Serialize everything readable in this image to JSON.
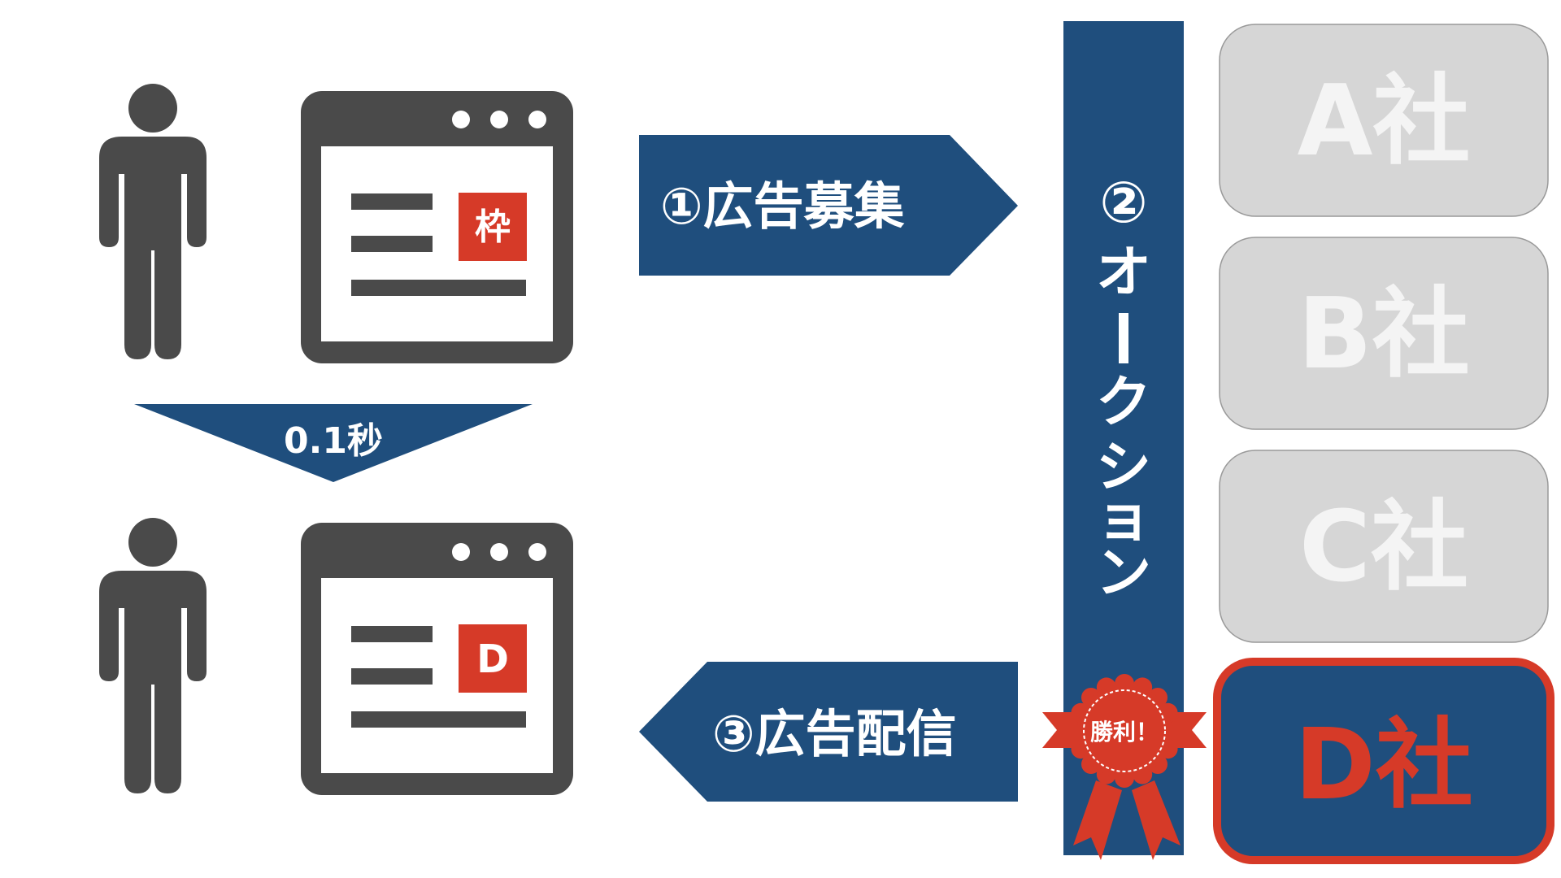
{
  "colors": {
    "navy": "#1f4e7d",
    "gray": "#4a4a4a",
    "red": "#d63a28",
    "box_gray": "#d6d6d6",
    "box_text": "#f4f4f4",
    "white": "#ffffff"
  },
  "icons": {
    "person": "person-icon",
    "browser": "browser-window-icon",
    "ribbon": "award-ribbon-icon"
  },
  "top_browser": {
    "ad_slot_label": "枠"
  },
  "bottom_browser": {
    "ad_slot_label": "D"
  },
  "timing": {
    "label": "0.1秒"
  },
  "step1": {
    "label": "①広告募集"
  },
  "step2": {
    "circle_number": "②",
    "chars": [
      "オ",
      "ー",
      "ク",
      "シ",
      "ョ",
      "ン"
    ]
  },
  "step3": {
    "label": "③広告配信"
  },
  "winner_badge": {
    "label": "勝利！"
  },
  "companies": [
    {
      "label": "A社",
      "winner": false
    },
    {
      "label": "B社",
      "winner": false
    },
    {
      "label": "C社",
      "winner": false
    },
    {
      "label": "D社",
      "winner": true
    }
  ]
}
